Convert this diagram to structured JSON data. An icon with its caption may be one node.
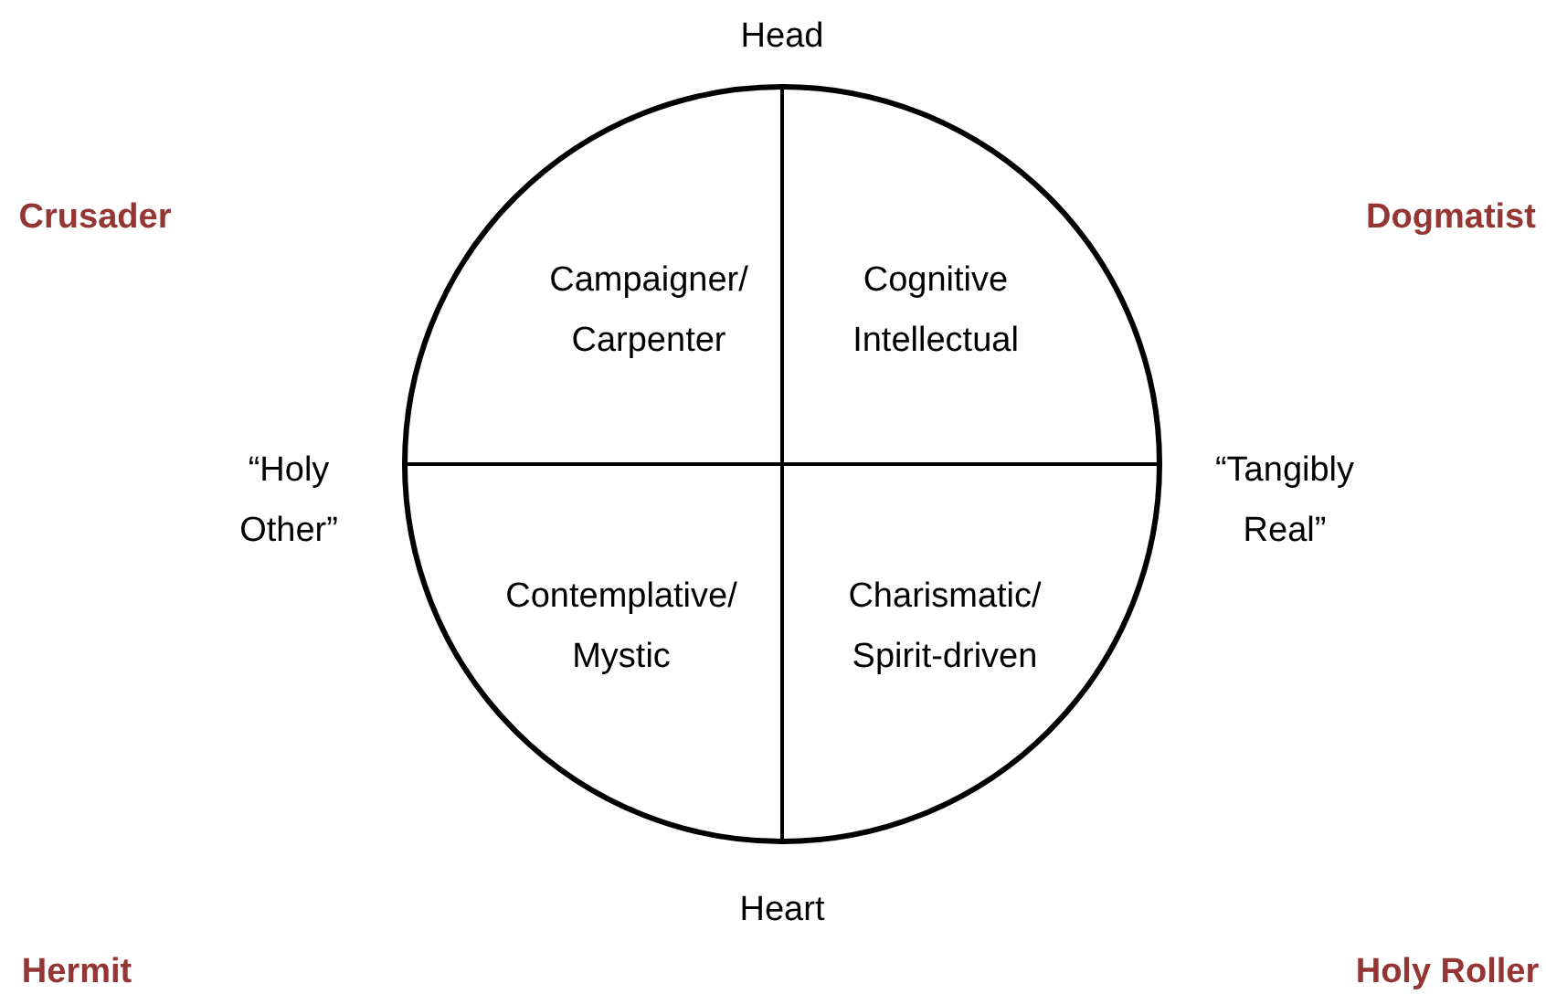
{
  "diagram": {
    "nodes": [
      {
        "text": [],
        "shape": "circle"
      },
      {
        "text": [
          "Campaigner/ Carpenter"
        ],
        "in": 0
      },
      {
        "text": [
          "Cognitive Intellectual"
        ],
        "in": 0
      },
      {
        "text": [
          "Contemplative/ Mystic"
        ],
        "in": 0
      },
      {
        "text": [
          "Charismatic/ Spirit-driven"
        ],
        "in": 0
      }
    ],
    "labels": [
      "Head",
      "Crusader",
      "Dogmatist",
      "“Holy Other”",
      "“Tangibly Real”",
      "Heart",
      "Hermit",
      "Holy Roller"
    ]
  }
}
